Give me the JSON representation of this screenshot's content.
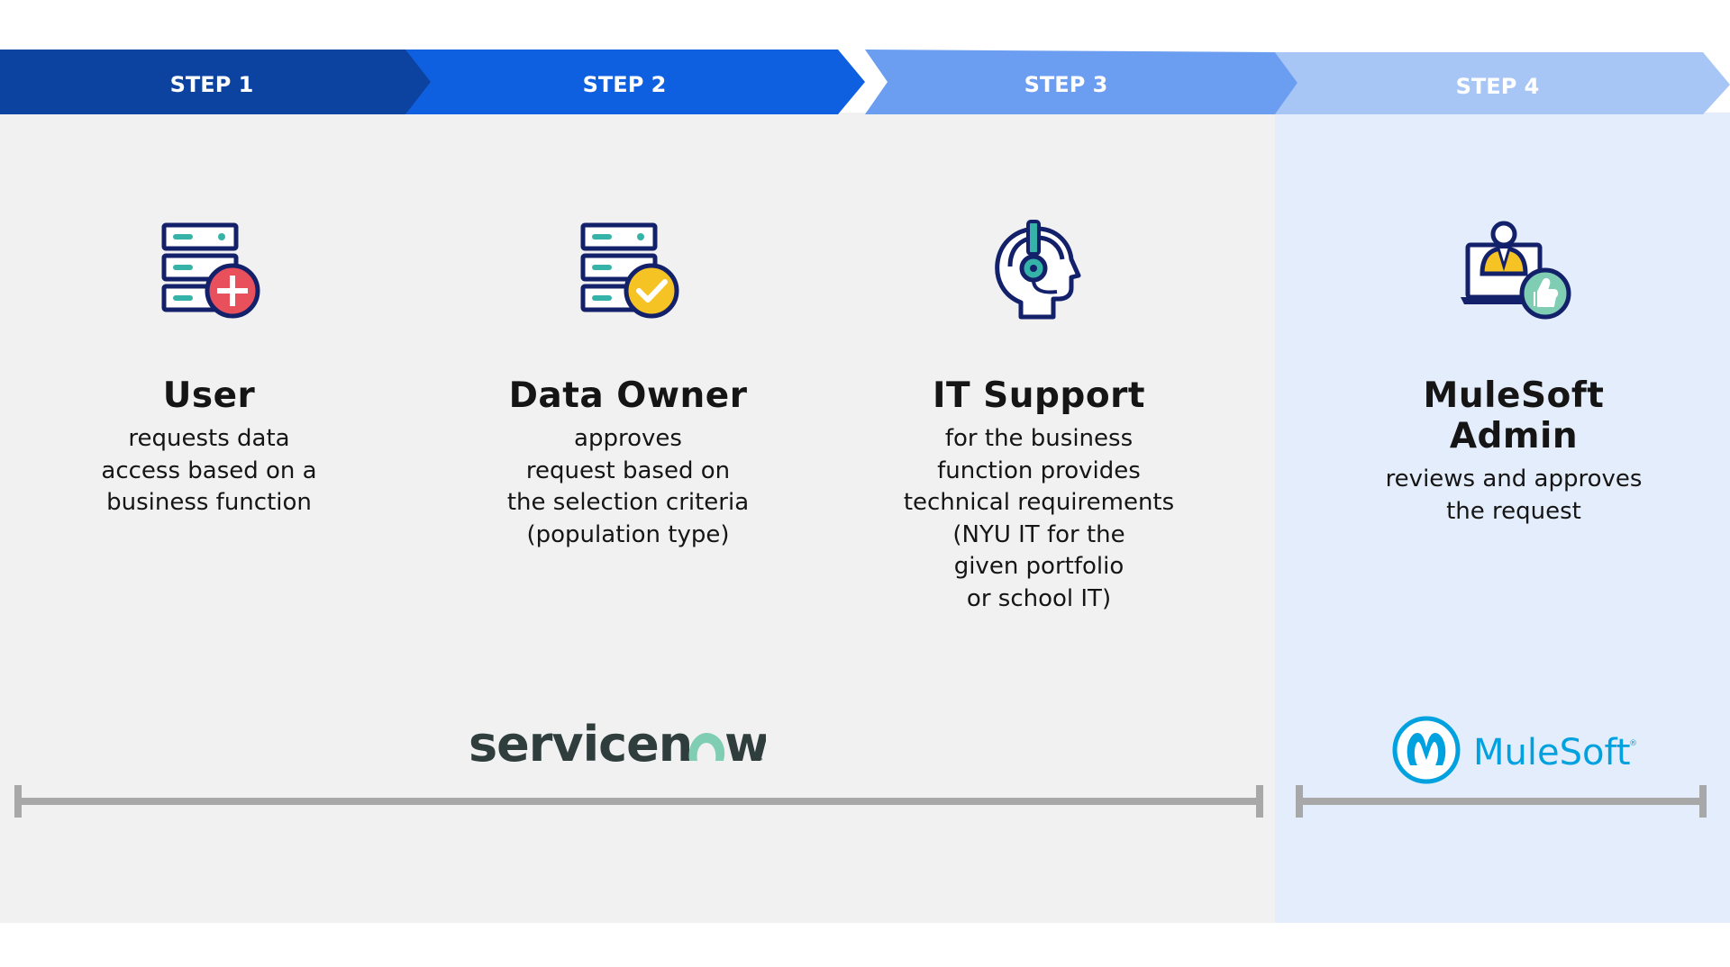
{
  "steps": [
    {
      "label": "STEP 1"
    },
    {
      "label": "STEP 2"
    },
    {
      "label": "STEP 3"
    },
    {
      "label": "STEP 4"
    }
  ],
  "columns": [
    {
      "title": "User",
      "desc": "requests data\naccess based on a\nbusiness function",
      "icon": "server-add-icon"
    },
    {
      "title": "Data Owner",
      "desc": "approves\nrequest based on\nthe selection criteria\n(population type)",
      "icon": "server-check-icon"
    },
    {
      "title": "IT Support",
      "desc": "for the business\nfunction provides\ntechnical requirements\n(NYU IT for the\ngiven portfolio\nor school IT)",
      "icon": "headset-support-icon"
    },
    {
      "title": "MuleSoft Admin",
      "desc": "reviews and approves\nthe request",
      "icon": "laptop-admin-approve-icon"
    }
  ],
  "logos": {
    "servicenow": {
      "before": "servicen",
      "after": "w",
      "tm": "™"
    },
    "mulesoft": {
      "text": "MuleSoft",
      "reg": "®"
    }
  },
  "colors": {
    "step1": "#0c43a0",
    "step2": "#0f60e0",
    "step3": "#6b9df0",
    "step4": "#a8c6f5",
    "navy": "#13206a",
    "teal": "#36b3a8",
    "red": "#e8505b",
    "yellow": "#f6c324",
    "green": "#7fcdb2",
    "grey_bar": "#a8a8a8",
    "mulesoft_blue": "#00a1df",
    "servicenow_dark": "#2f3d3d"
  }
}
